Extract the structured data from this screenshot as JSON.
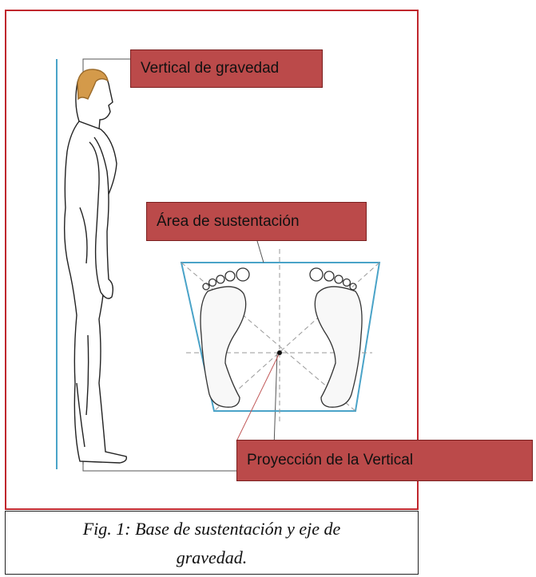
{
  "labels": {
    "vertical_gravedad": "Vertical de gravedad",
    "area_sustentacion": "Área de sustentación",
    "proyeccion_vertical": "Proyección de la Vertical"
  },
  "caption": {
    "line1": "Fig. 1: Base de sustentación y eje de",
    "line2": "gravedad."
  },
  "colors": {
    "frame_border": "#c0272d",
    "label_fill": "#bb4a4a",
    "base_outline": "#4aa3c8",
    "hair": "#d49a4a"
  }
}
